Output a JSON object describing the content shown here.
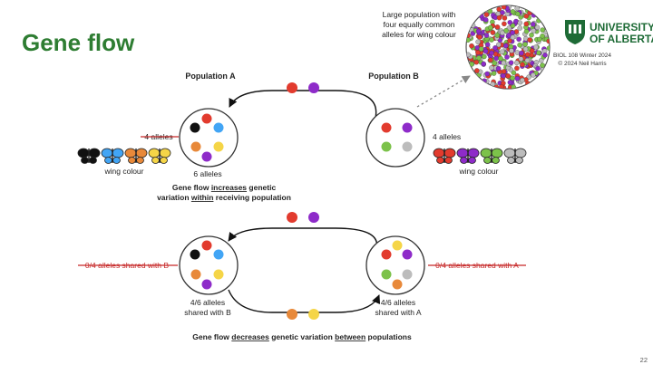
{
  "slide": {
    "title": "Gene flow",
    "page_number": "22",
    "colors": {
      "title_green": "#2e7d32",
      "logo_green": "#1e6b36",
      "red": "#e23b2e",
      "purple": "#8e2bc9",
      "blue": "#42a5f5",
      "orange": "#e8893a",
      "yellow": "#f5d547",
      "black": "#111111",
      "green": "#7cc24a",
      "grey": "#bcbcbc",
      "strike_red": "#c62828"
    }
  },
  "logo": {
    "line1": "UNIVERSITY",
    "line2": "OF ALBERTA",
    "course": "BIOL 108 Winter 2024",
    "copyright": "© 2024 Neil Harris",
    "crest_icon": "university-crest"
  },
  "large_population": {
    "caption_lines": [
      "Large population with",
      "four equally common",
      "alleles for wing colour"
    ]
  },
  "top": {
    "pop_a_label": "Population A",
    "pop_b_label": "Population B",
    "old_alleles": "4 alleles",
    "new_alleles": "6 alleles",
    "b_alleles": "4 alleles",
    "wing_colour_a": "wing colour",
    "wing_colour_b": "wing colour",
    "caption_line1_before": "Gene flow ",
    "caption_line1_emph": "increases",
    "caption_line1_after": " genetic",
    "caption_line2_before": "variation ",
    "caption_line2_emph": "within",
    "caption_line2_after": " receiving population",
    "butterflies_a": [
      "black",
      "blue",
      "orange",
      "yellow"
    ],
    "butterflies_b": [
      "red",
      "purple",
      "green",
      "grey"
    ]
  },
  "bottom": {
    "left_strike": "0/4 alleles shared with B",
    "right_strike": "0/4 alleles shared with A",
    "a_shared_line1": "4/6 alleles",
    "a_shared_line2": "shared with B",
    "b_shared_line1": "4/6 alleles",
    "b_shared_line2": "shared with A",
    "caption_before": "Gene flow ",
    "caption_emph1": "decreases",
    "caption_mid": " genetic variation ",
    "caption_emph2": "between",
    "caption_after": " populations"
  }
}
